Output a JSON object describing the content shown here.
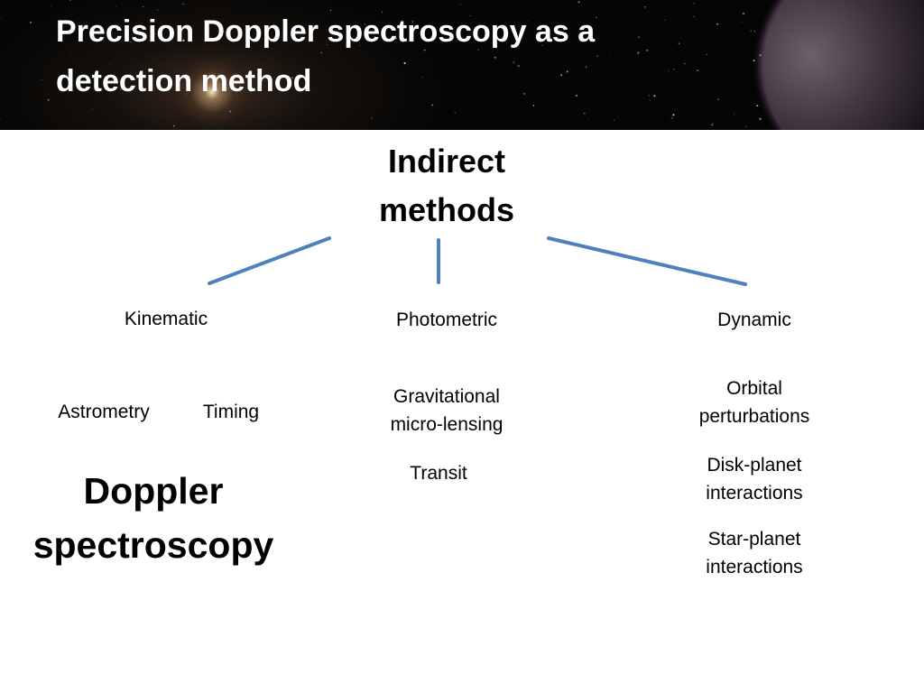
{
  "slide": {
    "title_line1": "Precision Doppler spectroscopy as a",
    "title_line2": "detection method"
  },
  "diagram": {
    "root": "Indirect methods",
    "root_line1": "Indirect",
    "root_line2": "methods",
    "branches": [
      {
        "label": "Kinematic",
        "children": [
          "Astrometry",
          "Timing",
          "Doppler spectroscopy"
        ]
      },
      {
        "label": "Photometric",
        "children": [
          "Gravitational micro-lensing",
          "Transit"
        ]
      },
      {
        "label": "Dynamic",
        "children": [
          "Orbital perturbations",
          "Disk-planet interactions",
          "Star-planet interactions"
        ]
      }
    ],
    "highlight_line1": "Doppler",
    "highlight_line2": "spectroscopy",
    "gravitational_line1": "Gravitational",
    "gravitational_line2": "micro-lensing",
    "orbital_line1": "Orbital",
    "orbital_line2": "perturbations",
    "disk_line1": "Disk-planet",
    "disk_line2": "interactions",
    "star_line1": "Star-planet",
    "star_line2": "interactions"
  },
  "colors": {
    "connector": "#4f81bd",
    "header_background": "#050505",
    "title_text": "#ffffff"
  },
  "icons": {
    "header": "starfield-with-planet"
  }
}
